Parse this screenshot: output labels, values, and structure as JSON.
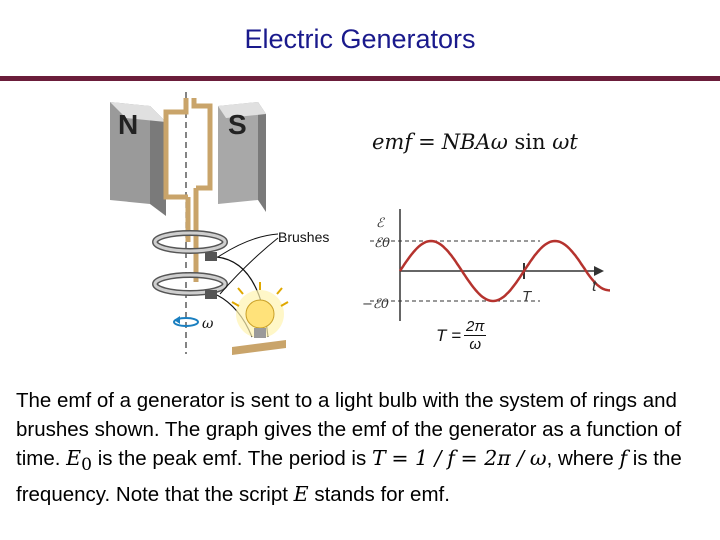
{
  "slide": {
    "title": "Electric Generators"
  },
  "figure": {
    "magnet_north": "N",
    "magnet_south": "S",
    "brushes_label": "Brushes",
    "omega_label": "ω"
  },
  "formula": {
    "lhs": "emf",
    "equals": "=",
    "rhs": "NBAω",
    "fn": "sin",
    "arg": "ωt"
  },
  "graph": {
    "y_axis_label": "ℰ",
    "peak_pos_label": "ℰ0",
    "peak_neg_label": "−ℰ0",
    "x_axis_label": "t",
    "period_label": "T"
  },
  "period_formula": {
    "lhs": "T =",
    "numerator": "2π",
    "denominator": "ω"
  },
  "body": {
    "line1": "The emf of a generator is sent to a light bulb with the system of rings and brushes shown. The graph gives the emf of the generator as a function of time.",
    "e0": "E",
    "e0_sub": "0",
    "line2": "is the peak emf. The period is",
    "eq_T": "T",
    "eq_part1": "= 1 /",
    "eq_f": "f",
    "eq_part2": "= 2π /",
    "eq_omega": "ω",
    "line3": ", where",
    "f_var": "f",
    "line4": "is the frequency. Note that the script",
    "script_E": "E",
    "line5": "stands for emf."
  },
  "chart_data": {
    "type": "line",
    "series": [
      {
        "name": "",
        "x": [
          0,
          0.25,
          0.5,
          0.75,
          1.0,
          1.25,
          1.5,
          1.75
        ],
        "y": [
          0,
          1,
          0,
          -1,
          0,
          1,
          0,
          -0.6
        ]
      }
    ],
    "xlabel": "t",
    "ylabel": "ℰ",
    "ylim": [
      -1,
      1
    ],
    "annotations": [
      "ℰ0",
      "−ℰ0",
      "T"
    ],
    "grid": false
  },
  "colors": {
    "title": "#1a1a8c",
    "rule": "#6b1d3a",
    "curve": "#b5332e",
    "magnet": "#c8c8c8",
    "loop": "#c9a46a"
  }
}
